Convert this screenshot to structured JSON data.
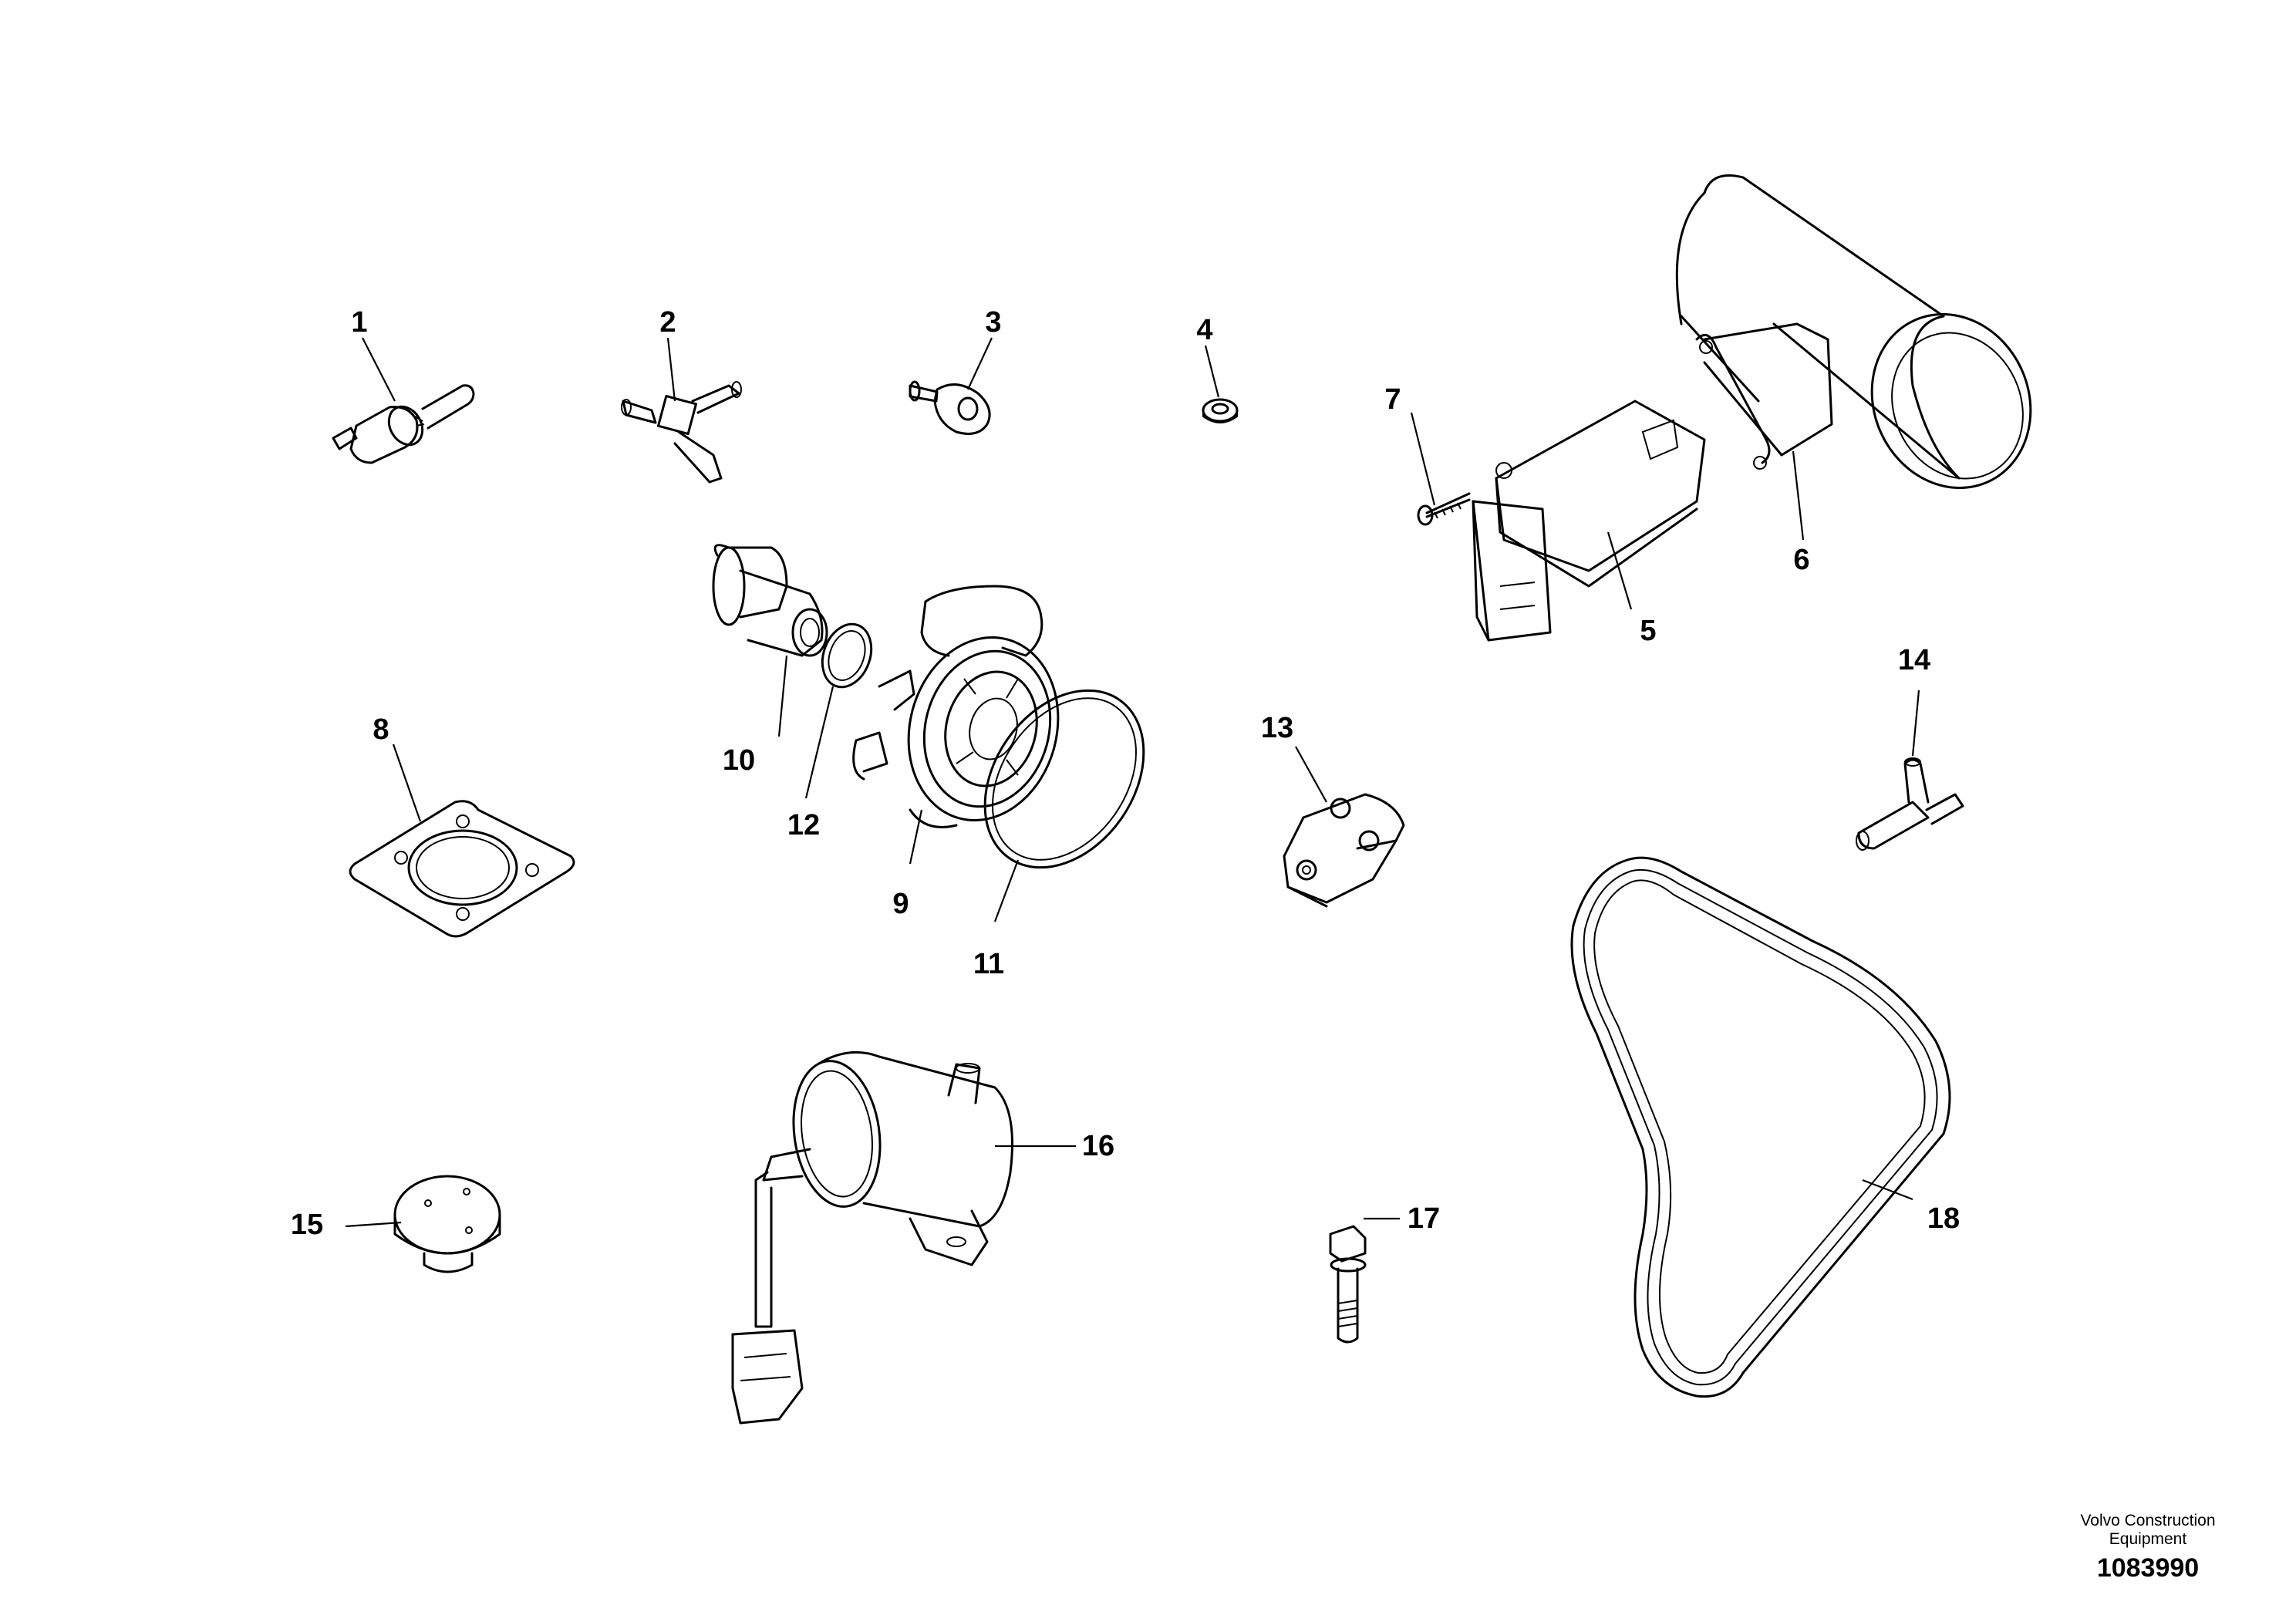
{
  "parts": [
    {
      "id": "1",
      "label": "1"
    },
    {
      "id": "2",
      "label": "2"
    },
    {
      "id": "3",
      "label": "3"
    },
    {
      "id": "4",
      "label": "4"
    },
    {
      "id": "5",
      "label": "5"
    },
    {
      "id": "6",
      "label": "6"
    },
    {
      "id": "7",
      "label": "7"
    },
    {
      "id": "8",
      "label": "8"
    },
    {
      "id": "9",
      "label": "9"
    },
    {
      "id": "10",
      "label": "10"
    },
    {
      "id": "11",
      "label": "11"
    },
    {
      "id": "12",
      "label": "12"
    },
    {
      "id": "13",
      "label": "13"
    },
    {
      "id": "14",
      "label": "14"
    },
    {
      "id": "15",
      "label": "15"
    },
    {
      "id": "16",
      "label": "16"
    },
    {
      "id": "17",
      "label": "17"
    },
    {
      "id": "18",
      "label": "18"
    }
  ],
  "footer": {
    "company_line1": "Volvo Construction",
    "company_line2": "Equipment",
    "drawing_number": "1083990"
  }
}
